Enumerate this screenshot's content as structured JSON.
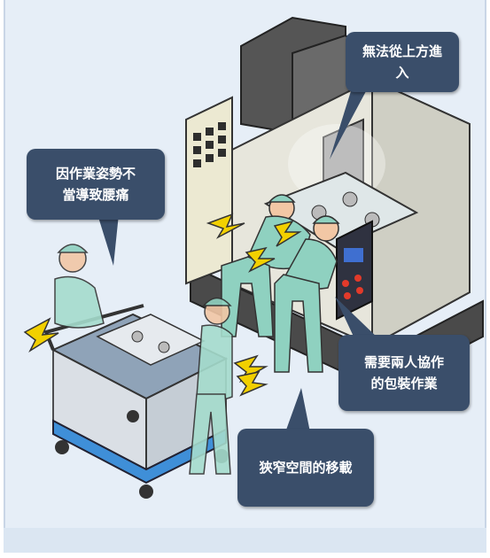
{
  "callouts": {
    "top": "無法從上方進\n入",
    "left": "因作業姿勢不\n當導致腰痛",
    "right": "需要兩人協作\n的包裝作業",
    "bottom": "狹窄空間的移載"
  },
  "colors": {
    "background": "#e6eef7",
    "bubble": "#3a4e6a",
    "machine_light": "#e8e8e0",
    "machine_dark": "#4a4a4a",
    "worker_uniform": "#8fd1c0",
    "alert": "#f2d000"
  }
}
